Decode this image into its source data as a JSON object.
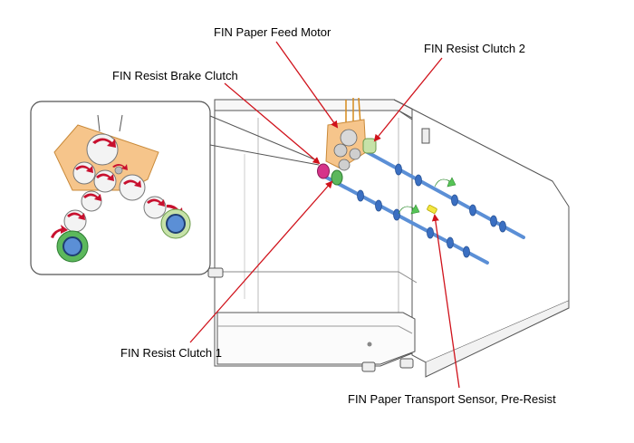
{
  "labels": {
    "paper_feed_motor": "FIN Paper Feed Motor",
    "resist_clutch_2": "FIN Resist Clutch 2",
    "resist_brake_clutch": "FIN Resist Brake Clutch",
    "resist_clutch_1": "FIN Resist Clutch 1",
    "transport_sensor": "FIN Paper Transport Sensor, Pre-Resist"
  },
  "colors": {
    "leader_line": "#d0121b",
    "shaft": "#5b8fd6",
    "motor_plate": "#f6c58b",
    "clutch_green": "#5cb85c",
    "clutch_light_green": "#c6e2a8",
    "clutch_magenta": "#d6338a",
    "sensor_yellow": "#f4e642",
    "rotation_arrow": "#c8102e",
    "outline": "#666666"
  },
  "icons": [
    "rotation-arrow-icon",
    "gear-icon",
    "roller-icon"
  ]
}
